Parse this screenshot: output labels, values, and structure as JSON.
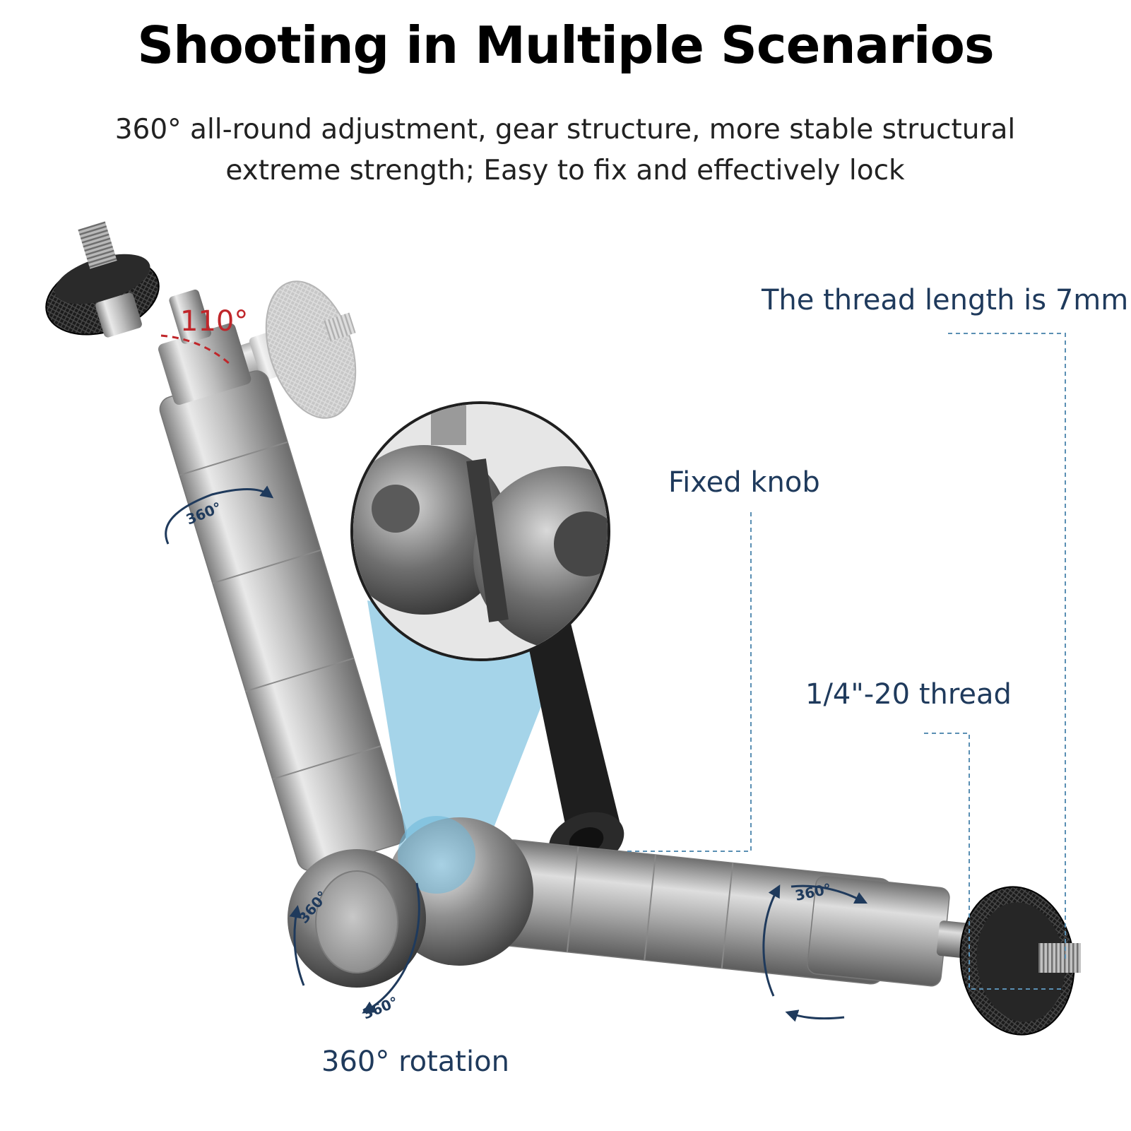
{
  "header": {
    "title": "Shooting in Multiple Scenarios",
    "subtitle_line1": "360° all-round adjustment, gear structure, more stable structural",
    "subtitle_line2": "extreme strength; Easy to fix and effectively lock"
  },
  "callouts": {
    "angle_top": "110°",
    "thread_length": "The thread length is 7mm",
    "fixed_knob": "Fixed knob",
    "thread_size": "1/4\"-20 thread",
    "rotation": "360° rotation",
    "rot_upper_arm": "360°",
    "rot_joint_top": "360°",
    "rot_joint_bottom": "360°",
    "rot_lower_arm": "360°"
  },
  "colors": {
    "label_blue": "#1f3a5c",
    "angle_red": "#c0262a",
    "dashed_line": "#5a8fb3",
    "highlight_blue": "#8ec9e4"
  }
}
